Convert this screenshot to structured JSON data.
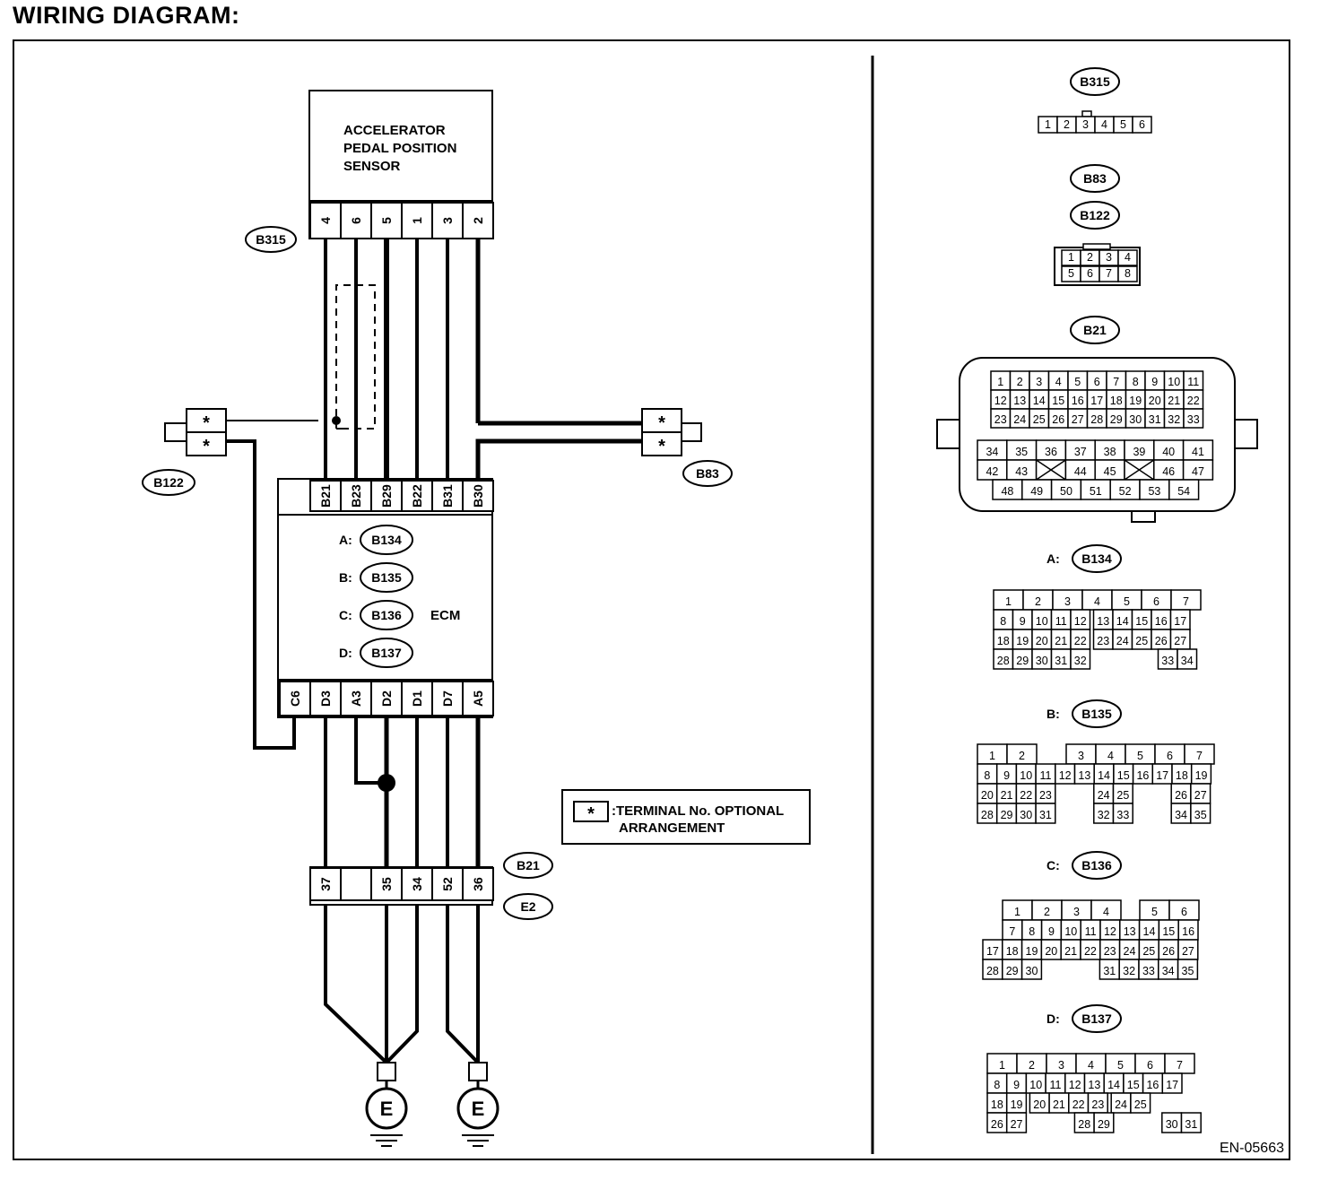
{
  "page": {
    "heading": "WIRING DIAGRAM:",
    "figure_id": "EN-05663"
  },
  "sensor": {
    "title_lines": [
      "ACCELERATOR",
      "PEDAL POSITION",
      "SENSOR"
    ],
    "connector": "B315",
    "pins": [
      "4",
      "6",
      "5",
      "1",
      "3",
      "2"
    ]
  },
  "ecm": {
    "label": "ECM",
    "connectors": [
      {
        "prefix": "A:",
        "name": "B134"
      },
      {
        "prefix": "B:",
        "name": "B135"
      },
      {
        "prefix": "C:",
        "name": "B136"
      },
      {
        "prefix": "D:",
        "name": "B137"
      }
    ],
    "top_pins": [
      "B21",
      "B23",
      "B29",
      "B22",
      "B31",
      "B30"
    ],
    "bottom_pins": [
      "C6",
      "D3",
      "A3",
      "D2",
      "D1",
      "D7",
      "A5"
    ]
  },
  "left_connector": {
    "name": "B122",
    "pins": [
      "*",
      "*"
    ]
  },
  "right_connector": {
    "name": "B83",
    "pins": [
      "*",
      "*"
    ]
  },
  "bottom_connector": {
    "names": [
      "B21",
      "E2"
    ],
    "pins": [
      "37",
      "",
      "35",
      "34",
      "52",
      "36"
    ]
  },
  "ground": {
    "label": "E"
  },
  "legend": {
    "symbol": "*",
    "lines": [
      ":TERMINAL No. OPTIONAL",
      "ARRANGEMENT"
    ]
  },
  "connector_views": {
    "b315": {
      "name": "B315",
      "pins": [
        "1",
        "2",
        "3",
        "4",
        "5",
        "6"
      ]
    },
    "b83_b122": {
      "names": [
        "B83",
        "B122"
      ],
      "rows": [
        [
          "1",
          "2",
          "3",
          "4"
        ],
        [
          "5",
          "6",
          "7",
          "8"
        ]
      ]
    },
    "b21": {
      "name": "B21",
      "upper_rows": [
        [
          "1",
          "2",
          "3",
          "4",
          "5",
          "6",
          "7",
          "8",
          "9",
          "10",
          "11"
        ],
        [
          "12",
          "13",
          "14",
          "15",
          "16",
          "17",
          "18",
          "19",
          "20",
          "21",
          "22"
        ],
        [
          "23",
          "24",
          "25",
          "26",
          "27",
          "28",
          "29",
          "30",
          "31",
          "32",
          "33"
        ]
      ],
      "lower_rows": [
        [
          "34",
          "35",
          "36",
          "37",
          "38",
          "39",
          "40",
          "41"
        ],
        [
          "42",
          "43",
          "",
          "44",
          "45",
          "",
          "46",
          "47"
        ],
        [
          "48",
          "49",
          "50",
          "51",
          "52",
          "53",
          "54"
        ]
      ]
    },
    "a": {
      "prefix": "A:",
      "name": "B134",
      "rows": [
        [
          "1",
          "2",
          "3",
          "4",
          "5",
          "6",
          "7"
        ],
        [
          "8",
          "9",
          "10",
          "11",
          "12",
          "13",
          "14",
          "15",
          "16",
          "17"
        ],
        [
          "18",
          "19",
          "20",
          "21",
          "22",
          "23",
          "24",
          "25",
          "26",
          "27"
        ],
        [
          "28",
          "29",
          "30",
          "31",
          "32",
          "33",
          "34"
        ]
      ]
    },
    "b": {
      "prefix": "B:",
      "name": "B135",
      "rows": [
        [
          "1",
          "2",
          "3",
          "4",
          "5",
          "6",
          "7"
        ],
        [
          "8",
          "9",
          "10",
          "11",
          "12",
          "13",
          "14",
          "15",
          "16",
          "17",
          "18",
          "19"
        ],
        [
          "20",
          "21",
          "22",
          "23",
          "24",
          "25",
          "26",
          "27"
        ],
        [
          "28",
          "29",
          "30",
          "31",
          "32",
          "33",
          "34",
          "35"
        ]
      ]
    },
    "c": {
      "prefix": "C:",
      "name": "B136",
      "rows": [
        [
          "1",
          "2",
          "3",
          "4",
          "5",
          "6"
        ],
        [
          "7",
          "8",
          "9",
          "10",
          "11",
          "12",
          "13",
          "14",
          "15",
          "16"
        ],
        [
          "17",
          "18",
          "19",
          "20",
          "21",
          "22",
          "23",
          "24",
          "25",
          "26",
          "27"
        ],
        [
          "28",
          "29",
          "30",
          "31",
          "32",
          "33",
          "34",
          "35"
        ]
      ]
    },
    "d": {
      "prefix": "D:",
      "name": "B137",
      "rows": [
        [
          "1",
          "2",
          "3",
          "4",
          "5",
          "6",
          "7"
        ],
        [
          "8",
          "9",
          "10",
          "11",
          "12",
          "13",
          "14",
          "15",
          "16",
          "17"
        ],
        [
          "18",
          "19",
          "20",
          "21",
          "22",
          "23",
          "24",
          "25"
        ],
        [
          "26",
          "27",
          "28",
          "29",
          "30",
          "31"
        ]
      ]
    }
  }
}
